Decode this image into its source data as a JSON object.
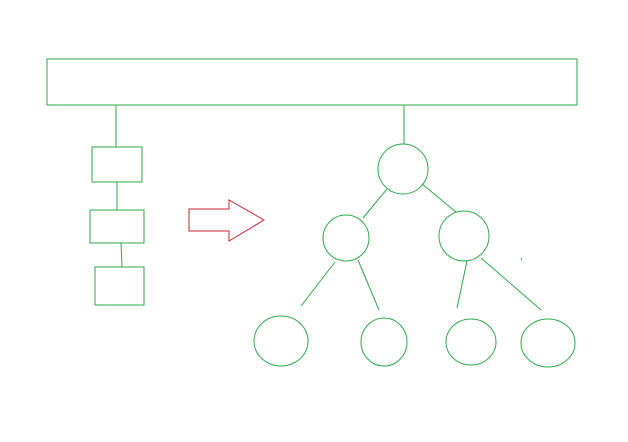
{
  "colors": {
    "background": "#ffffff",
    "stroke": "#2ea84a",
    "arrow": "#cc2233"
  },
  "diagram": {
    "shapes": {
      "top_bar": "rectangle",
      "list_nodes": "rectangle",
      "tree_nodes": "ellipse",
      "arrow": "right-arrow"
    }
  }
}
